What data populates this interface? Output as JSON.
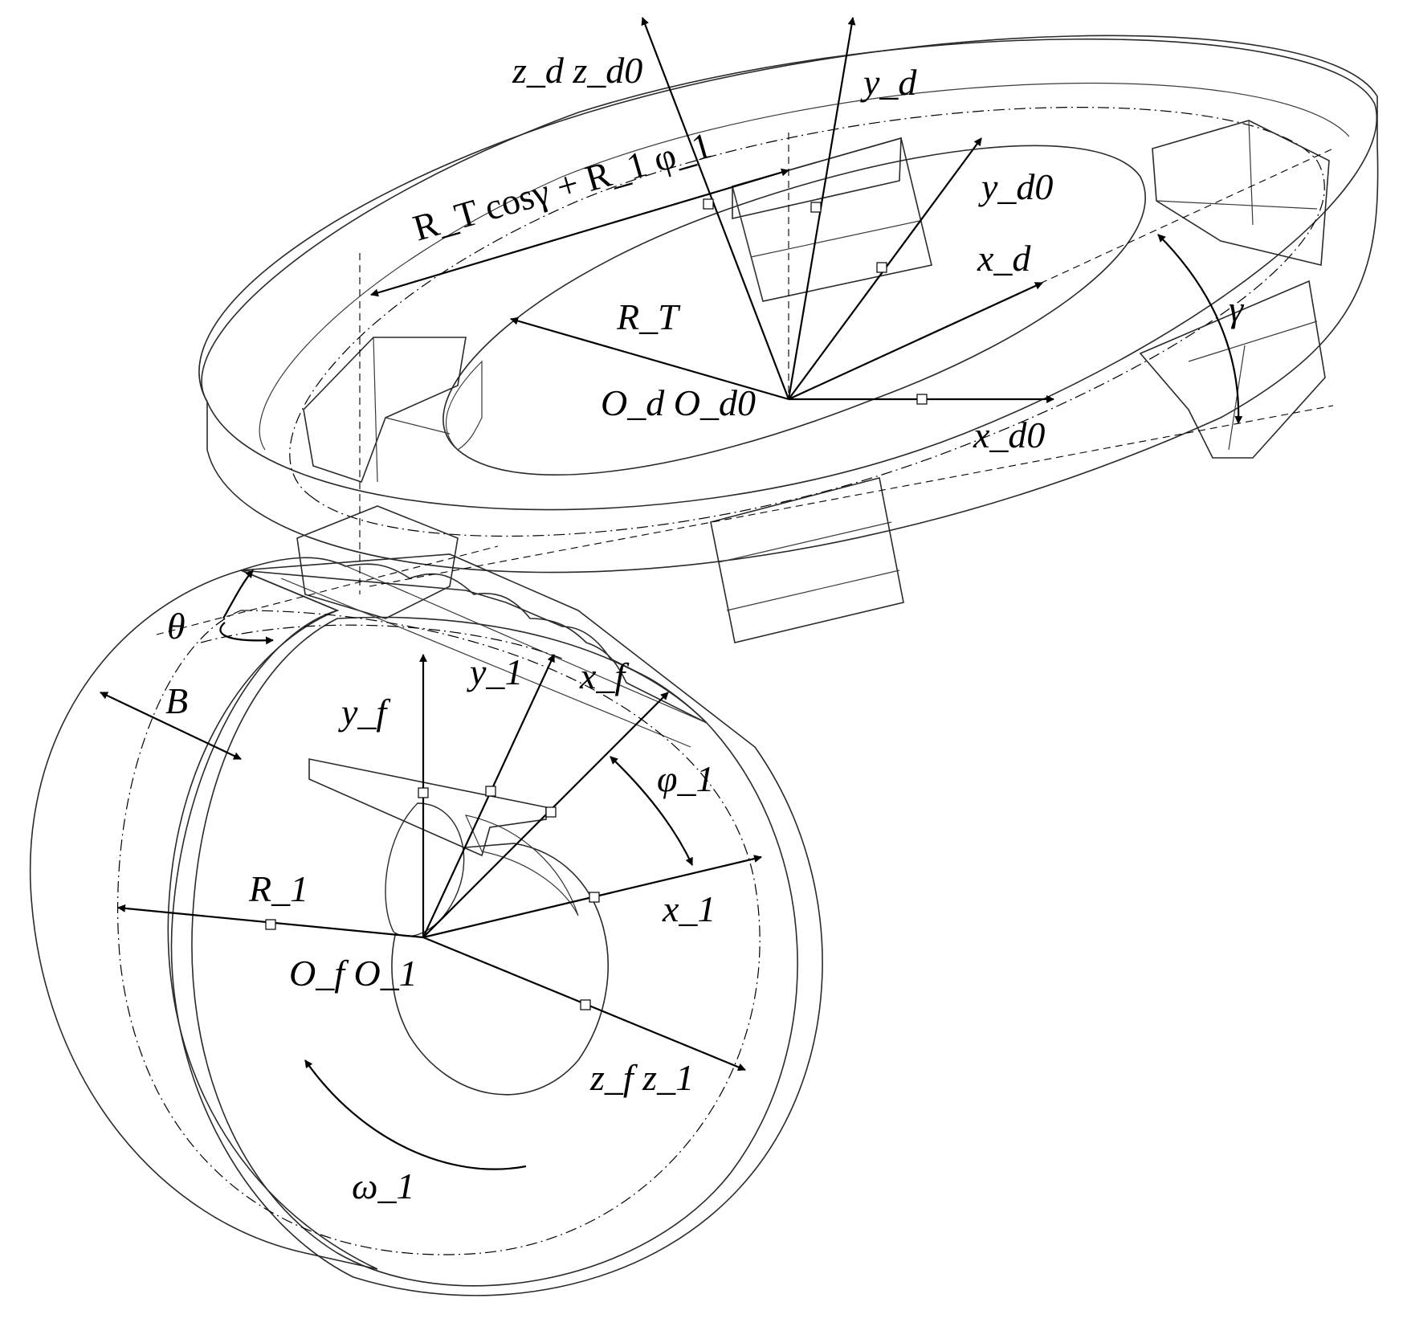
{
  "colors": {
    "disk": "#8ff8f8",
    "disk_dark": "#5fe8ee",
    "gear": "#f7f51b",
    "gear_dark": "#d9d60f",
    "ink": "#000000"
  },
  "labels": {
    "zd_zd0": "z_d z_d0",
    "yd": "y_d",
    "yd0": "y_d0",
    "xd": "x_d",
    "xd0": "x_d0",
    "RT": "R_T",
    "Od_Od0": "O_d O_d0",
    "RTcos": "R_T cosγ + R_1 φ_1",
    "gamma": "γ",
    "theta": "θ",
    "B": "B",
    "yf": "y_f",
    "y1": "y_1",
    "xf": "x_f",
    "phi1": "φ_1",
    "x1": "x_1",
    "R1": "R_1",
    "Of_O1": "O_f O_1",
    "zf_z1": "z_f z_1",
    "omega1": "ω_1"
  }
}
